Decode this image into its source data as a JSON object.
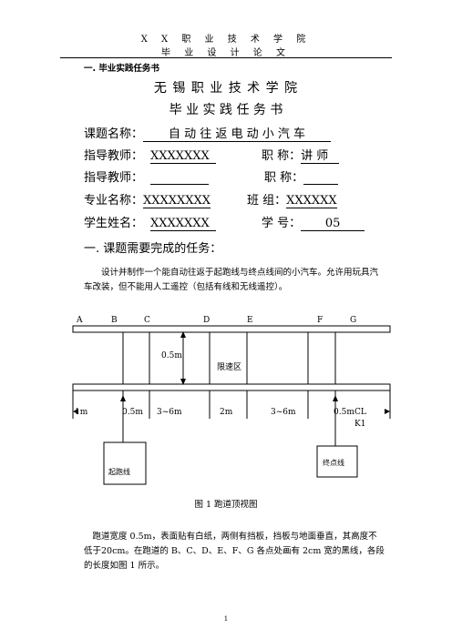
{
  "header": {
    "line1": "X X  职 业 技 术 学 院",
    "line2": "毕 业 设 计 论 文"
  },
  "section_heading": "一. 毕业实践任务书",
  "school_title": "无 锡 职 业 技 术 学 院",
  "doc_title": "毕 业 实 践 任 务 书",
  "fields": {
    "topic_label": "课题名称：",
    "topic_value": "自 动 往 返 电 动 小 汽 车",
    "advisor1_label": "指导教师：",
    "advisor1_value": "XXXXXXX",
    "title1_label": "职    称：",
    "title1_value": "讲  师",
    "advisor2_label": "指导教师：",
    "advisor2_value": "",
    "title2_label": "职    称：",
    "title2_value": "",
    "major_label": "专业名称：",
    "major_value": "XXXXXXXX",
    "class_label": "班    组：",
    "class_value": "XXXXXX",
    "student_label": "学生姓名：",
    "student_value": "XXXXXXX",
    "id_label": "学    号：",
    "id_value": "05"
  },
  "task_heading": "一. 课题需要完成的任务：",
  "task_text": "设计并制作一个能自动往返于起跑线与终点线间的小汽车。允许用玩具汽车改装，但不能用人工遥控（包括有线和无线遥控）。",
  "diagram": {
    "points": [
      "A",
      "B",
      "C",
      "D",
      "E",
      "F",
      "G"
    ],
    "width_label": "0.5m",
    "zone_label": "限速区",
    "segments": [
      "1m",
      "0.5m",
      "3~6m",
      "2m",
      "3~6m",
      "0.5m",
      "CL"
    ],
    "k_label": "K1",
    "start_label": "起跑线",
    "end_label": "终点线",
    "caption": "图 1 跑道顶视图"
  },
  "track_text": "跑道宽度 0.5m，表面贴有白纸，两侧有挡板，挡板与地面垂直，其高度不低于20cm。在跑道的 B、C、D、E、F、G 各点处画有 2cm 宽的黑线，各段的长度如图 1 所示。",
  "page_number": "1"
}
